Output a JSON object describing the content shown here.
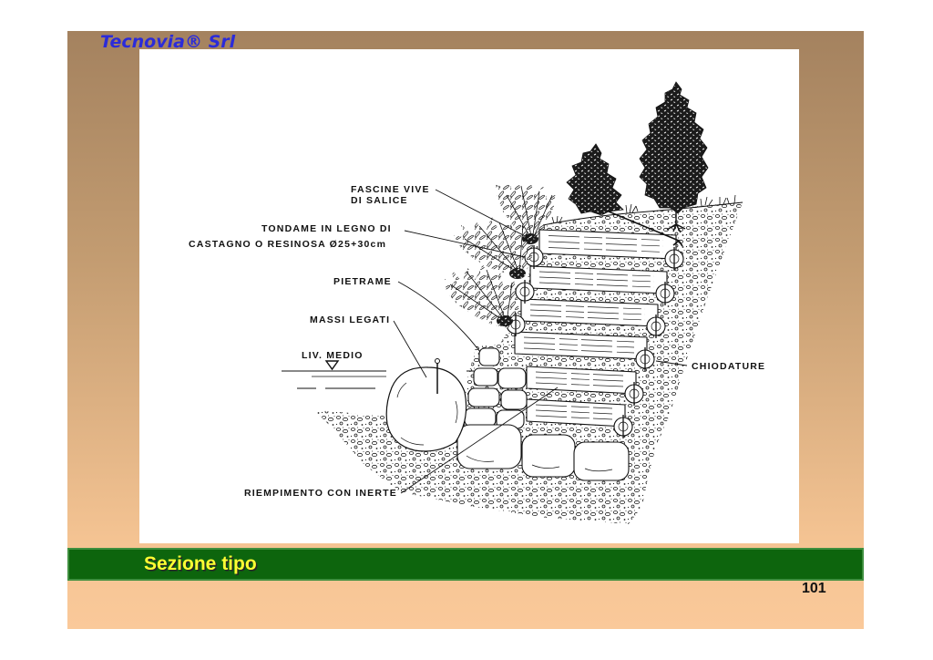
{
  "header": {
    "brand": "Tecnovia® Srl"
  },
  "figure": {
    "labels": {
      "fascine_line1": "FASCINE VIVE",
      "fascine_line2": "DI SALICE",
      "tondame_line1": "TONDAME IN LEGNO DI",
      "tondame_line2": "CASTAGNO O RESINOSA Ø25+30cm",
      "pietrame": "PIETRAME",
      "massi_legati": "MASSI LEGATI",
      "liv_medio": "LIV. MEDIO",
      "chiodature": "CHIODATURE",
      "riempimento": "RIEMPIMENTO CON INERTE"
    }
  },
  "footer": {
    "title": "Sezione tipo",
    "page_number": "101"
  },
  "colors": {
    "brand_text": "#2b2bd9",
    "slide_top": "#a4825f",
    "slide_bottom": "#fac99a",
    "title_bar": "#0d650d",
    "title_text": "#ffff33"
  }
}
